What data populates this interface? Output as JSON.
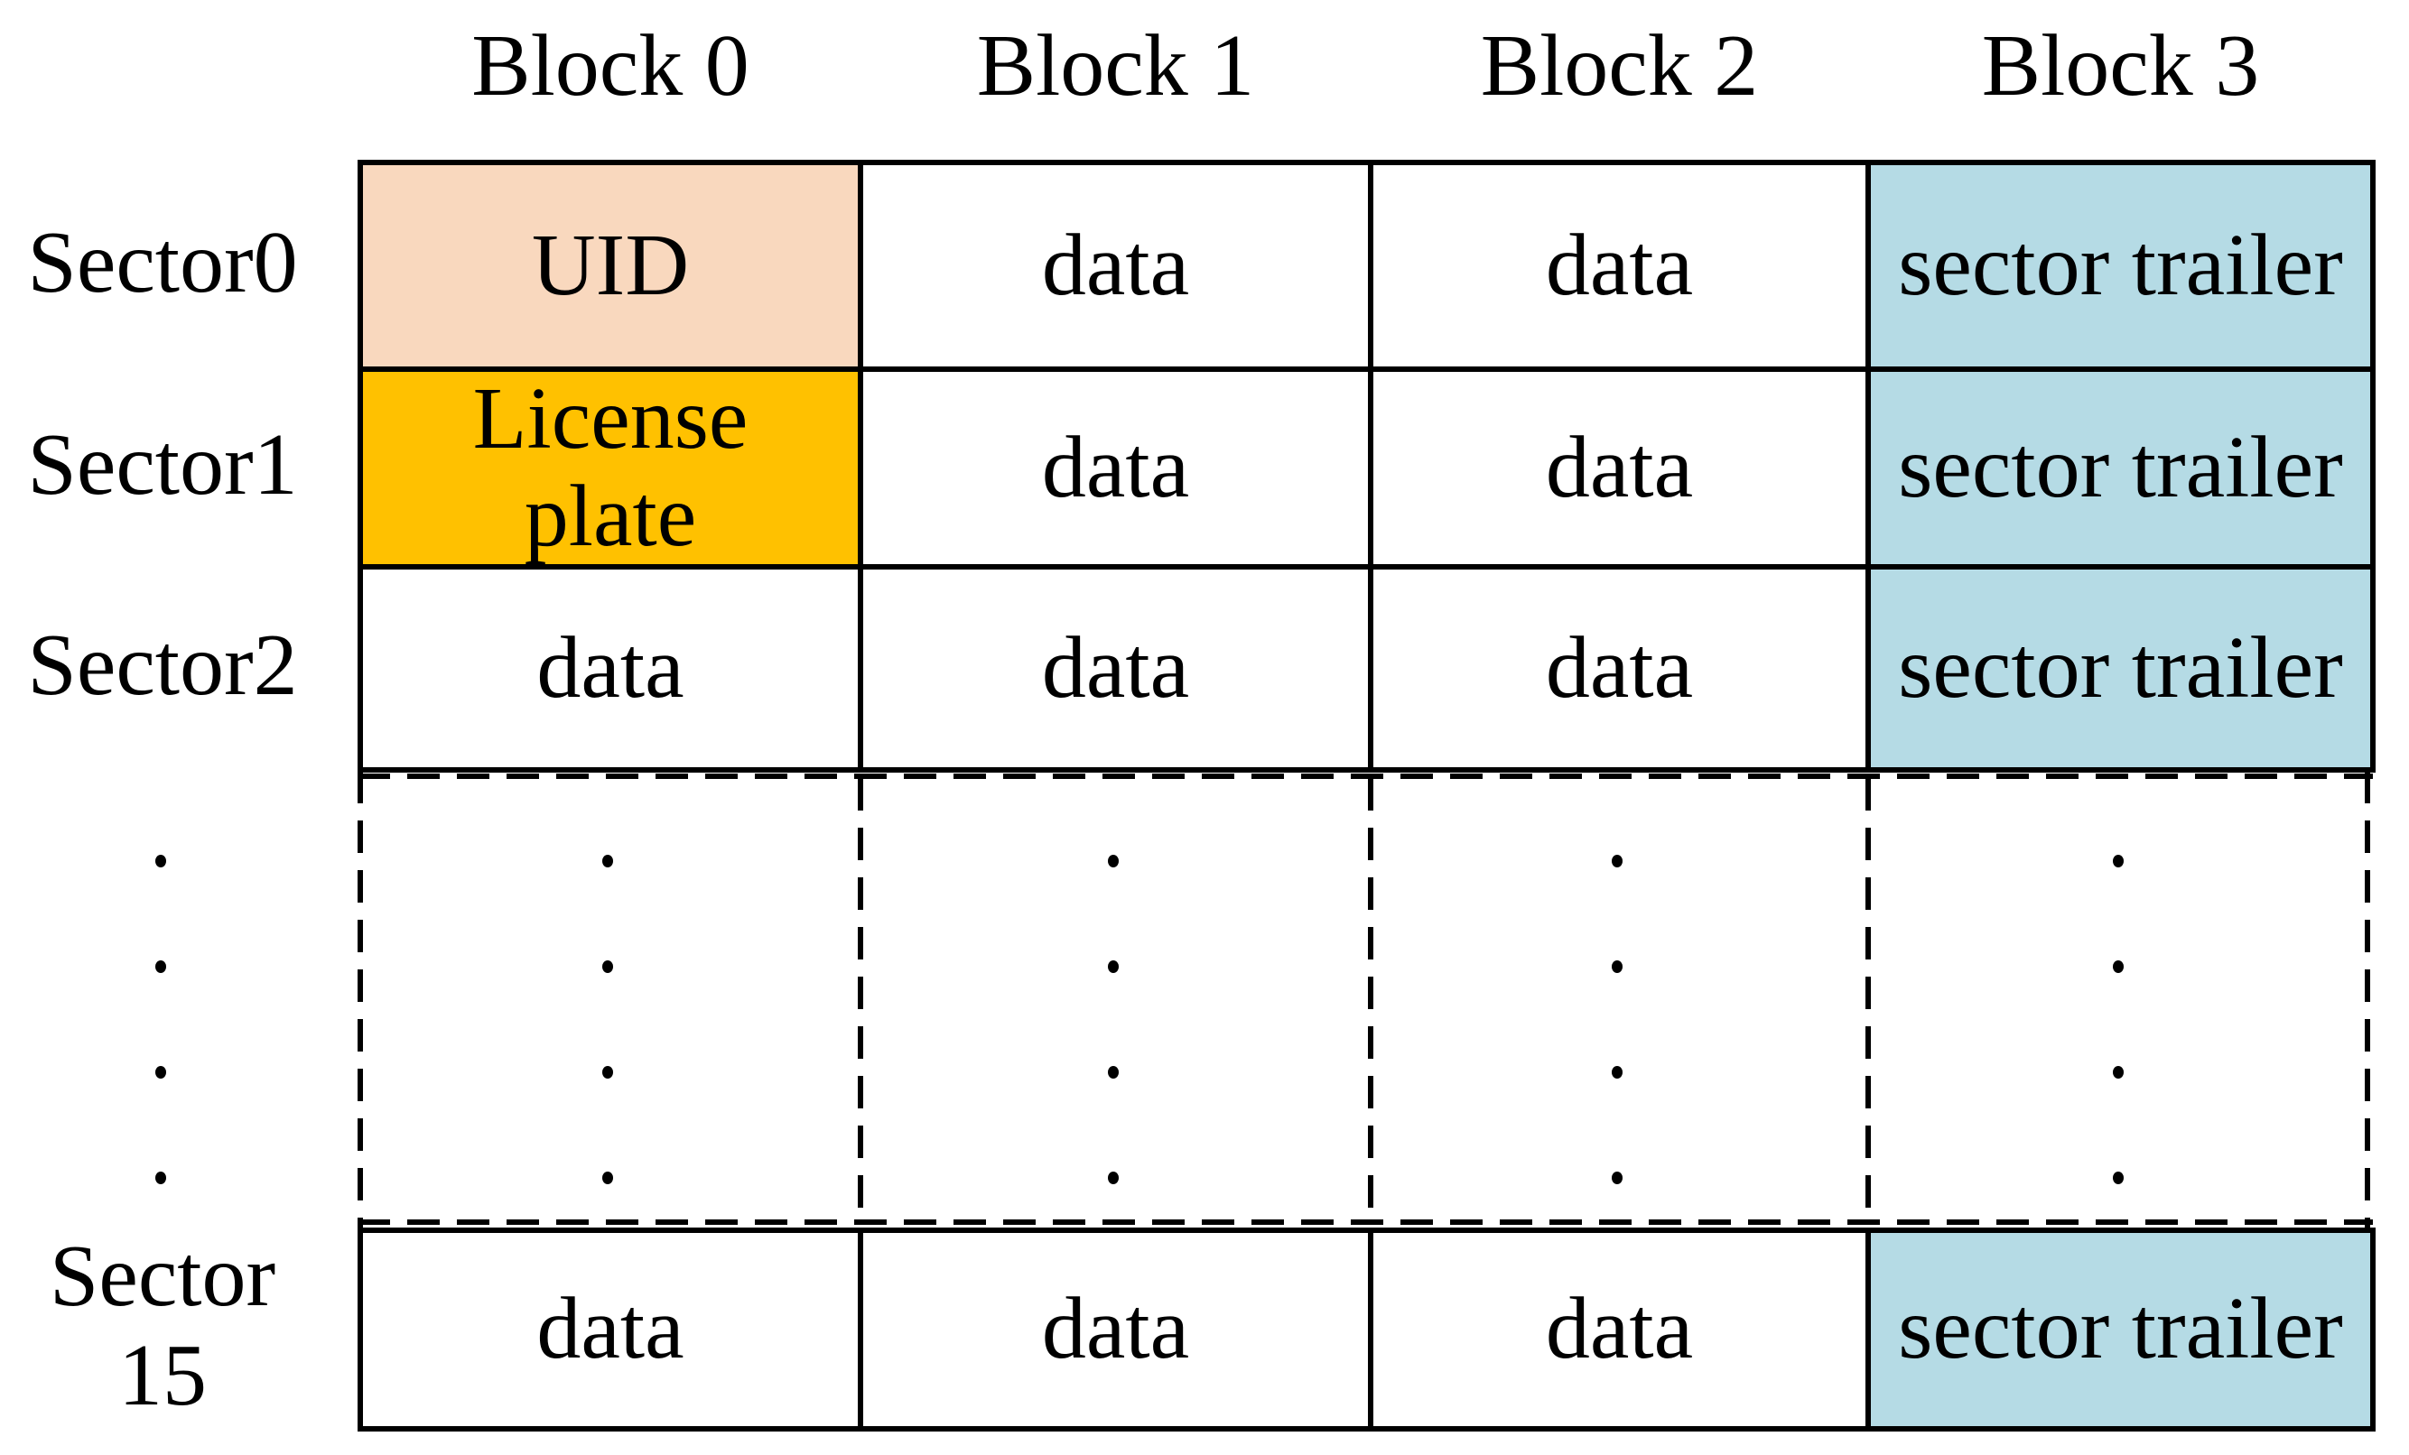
{
  "figure": {
    "description": "Card memory layout: sectors by blocks",
    "column_headers": [
      "Block 0",
      "Block 1",
      "Block 2",
      "Block 3"
    ],
    "rows": [
      {
        "label": "Sector0",
        "cells": [
          {
            "text": "UID",
            "bg": "peach"
          },
          {
            "text": "data",
            "bg": "white"
          },
          {
            "text": "data",
            "bg": "white"
          },
          {
            "text": "sector trailer",
            "bg": "blue"
          }
        ]
      },
      {
        "label": "Sector1",
        "cells": [
          {
            "text": "License\nplate",
            "bg": "orange"
          },
          {
            "text": "data",
            "bg": "white"
          },
          {
            "text": "data",
            "bg": "white"
          },
          {
            "text": "sector trailer",
            "bg": "blue"
          }
        ]
      },
      {
        "label": "Sector2",
        "cells": [
          {
            "text": "data",
            "bg": "white"
          },
          {
            "text": "data",
            "bg": "white"
          },
          {
            "text": "data",
            "bg": "white"
          },
          {
            "text": "sector trailer",
            "bg": "blue"
          }
        ]
      },
      {
        "label": "Sector\n15",
        "cells": [
          {
            "text": "data",
            "bg": "white"
          },
          {
            "text": "data",
            "bg": "white"
          },
          {
            "text": "data",
            "bg": "white"
          },
          {
            "text": "sector trailer",
            "bg": "blue"
          }
        ]
      }
    ],
    "ellipsis": {
      "style": "vertical-dots",
      "dots_per_column": 4,
      "columns": 5
    },
    "colors": {
      "peach": "#F9D8BE",
      "orange": "#FFC100",
      "blue": "#B5DBE5",
      "white": "#FFFFFF",
      "border": "#000000",
      "background": "#FFFFFF"
    }
  }
}
